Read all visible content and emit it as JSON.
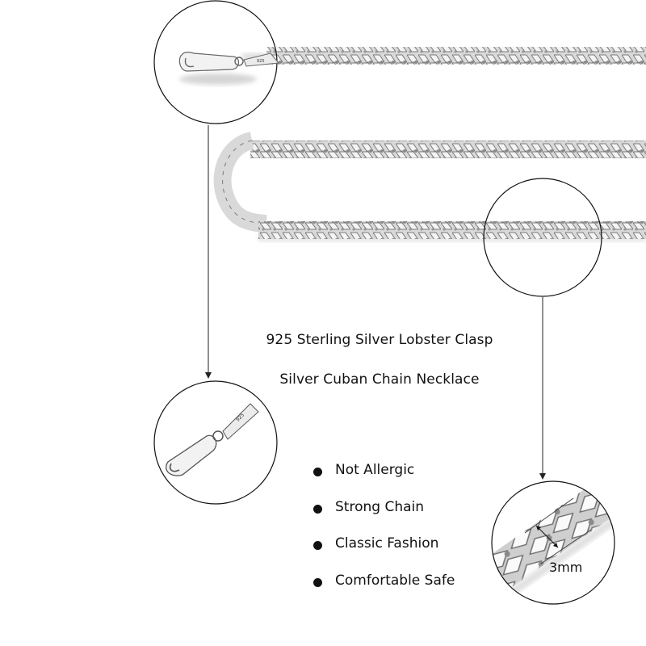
{
  "product": {
    "title_line_1": "925 Sterling Silver Lobster Clasp",
    "title_line_2": "Silver Cuban Chain Necklace"
  },
  "features": [
    {
      "label": "Not Allergic"
    },
    {
      "label": "Strong Chain"
    },
    {
      "label": "Classic Fashion"
    },
    {
      "label": "Comfortable Safe"
    }
  ],
  "callouts": {
    "clasp_stamp": "925",
    "chain_width": "3mm"
  },
  "colors": {
    "background": "#ffffff",
    "text": "#111111",
    "silver_light": "#e6e6e6",
    "silver_mid": "#b5b5b5",
    "silver_dark": "#6f6f6f"
  }
}
